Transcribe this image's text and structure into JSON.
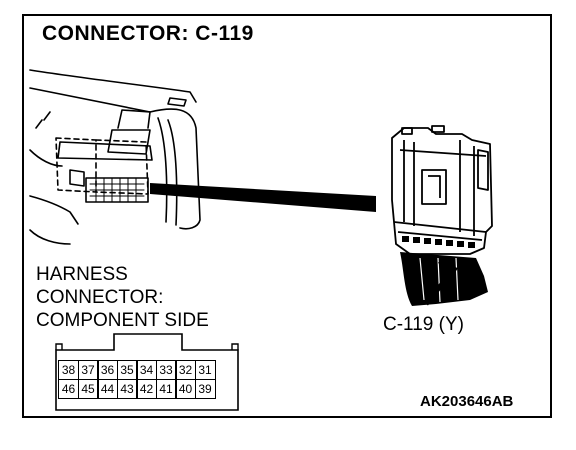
{
  "title": "CONNECTOR: C-119",
  "harness_label": [
    "HARNESS",
    "CONNECTOR:",
    "COMPONENT SIDE"
  ],
  "connector_label": "C-119 (Y)",
  "figure_code": "AK203646AB",
  "pins": {
    "top_row": [
      "38",
      "37",
      "36",
      "35",
      "34",
      "33",
      "32",
      "31"
    ],
    "bottom_row": [
      "46",
      "45",
      "44",
      "43",
      "42",
      "41",
      "40",
      "39"
    ]
  }
}
